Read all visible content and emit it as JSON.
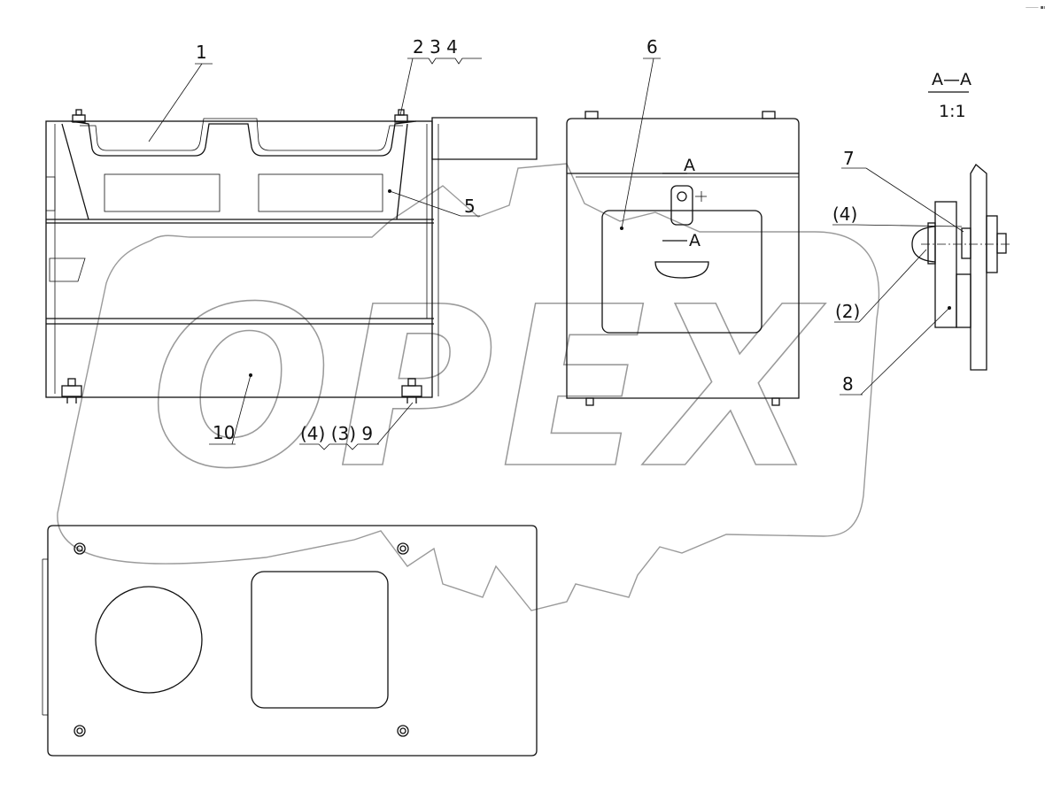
{
  "corner_mark": "⸻ ▪▪▪",
  "watermark": {
    "text": "OPEX"
  },
  "callouts": {
    "c1": "1",
    "c234": "2 3 4",
    "c5": "5",
    "c6": "6",
    "c7": "7",
    "c4ref": "(4)",
    "c2ref": "(2)",
    "c8": "8",
    "c10": "10",
    "c439": "(4) (3) 9"
  },
  "section": {
    "title": "A—A",
    "scale": "1:1",
    "mark_top": "A",
    "mark_bottom": "A"
  }
}
